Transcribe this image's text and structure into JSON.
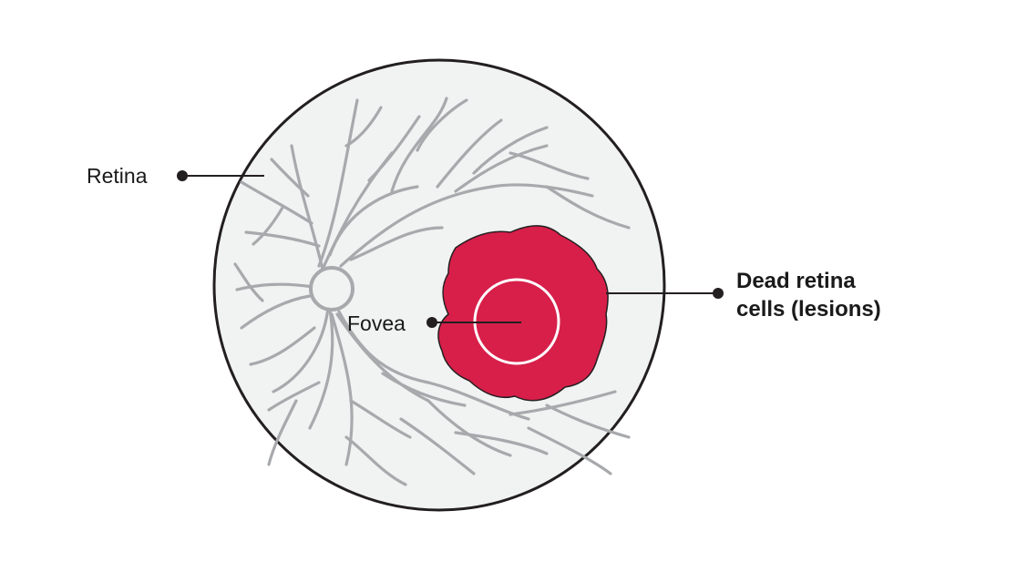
{
  "labels": {
    "retina": "Retina",
    "fovea": "Fovea",
    "lesion_line1": "Dead retina",
    "lesion_line2": "cells (lesions)"
  },
  "colors": {
    "background": "#ffffff",
    "eyeball_fill": "#f1f2f2",
    "eyeball_stroke": "#231f20",
    "vessel": "#a7a9ac",
    "lesion_fill": "#d71f4a",
    "lesion_stroke": "#231f20",
    "fovea_ring": "#ffffff",
    "leader": "#231f20"
  },
  "icons": {
    "optic_disc": "optic-disc-icon"
  }
}
